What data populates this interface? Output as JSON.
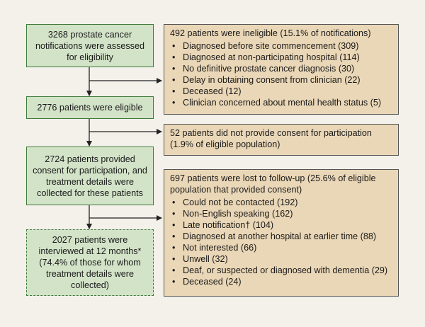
{
  "flow": {
    "assessed": "3268 prostate cancer notifications were assessed for eligibility",
    "eligible": "2776 patients were eligible",
    "consented": "2724 patients provided consent for participation, and treatment details were collected for these patients",
    "interviewed": "2027 patients were interviewed at 12 months* (74.4% of those for whom treatment details were collected)"
  },
  "exclusions": {
    "ineligible": {
      "title": "492 patients were ineligible (15.1% of notifications)",
      "items": [
        "Diagnosed before site commencement (309)",
        "Diagnosed at non-participating hospital (114)",
        "No definitive prostate cancer diagnosis (30)",
        "Delay in obtaining consent from clinician (22)",
        "Deceased (12)",
        "Clinician concerned about mental health status (5)"
      ]
    },
    "no_consent": {
      "title": "52 patients did not provide consent for participation (1.9% of eligible population)"
    },
    "lost": {
      "title": "697 patients were lost to follow-up (25.6% of eligible population that provided consent)",
      "items": [
        "Could not be contacted (192)",
        "Non-English speaking (162)",
        "Late notification† (104)",
        "Diagnosed at another hospital at earlier time (88)",
        "Not interested (66)",
        "Unwell (32)",
        "Deaf, or suspected or diagnosed with dementia (29)",
        "Deceased (24)"
      ]
    }
  }
}
